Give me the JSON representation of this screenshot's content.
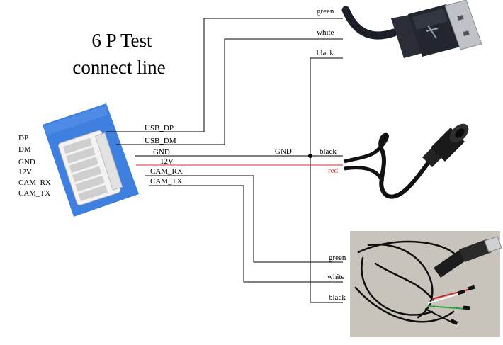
{
  "title": {
    "line1": "6 P Test",
    "line2": "connect line"
  },
  "connector_pins": [
    "DP",
    "DM",
    "GND",
    "12V",
    "CAM_RX",
    "CAM_TX"
  ],
  "signals": {
    "usb_dp": "USB_DP",
    "usb_dm": "USB_DM",
    "gnd": "GND",
    "v12": "12V",
    "cam_rx": "CAM_RX",
    "cam_tx": "CAM_TX",
    "gnd_node": "GND"
  },
  "usb_cable": {
    "wire1": "green",
    "wire2": "white",
    "wire3": "black"
  },
  "power_jack": {
    "wire1": "black",
    "wire2": "red"
  },
  "serial_adapter": {
    "wire1": "green",
    "wire2": "white",
    "wire3": "black"
  },
  "colors": {
    "wire": "#000000",
    "power": "#d32f2f",
    "connector_board": "#3f7fe0",
    "connector_housing": "#f3f3f3",
    "photo_background": "#c9c4bb"
  },
  "icons": [
    "usb-a-plug-icon",
    "dc-barrel-jack-icon",
    "usb-ttl-serial-cable-icon",
    "six-pin-connector-icon"
  ]
}
